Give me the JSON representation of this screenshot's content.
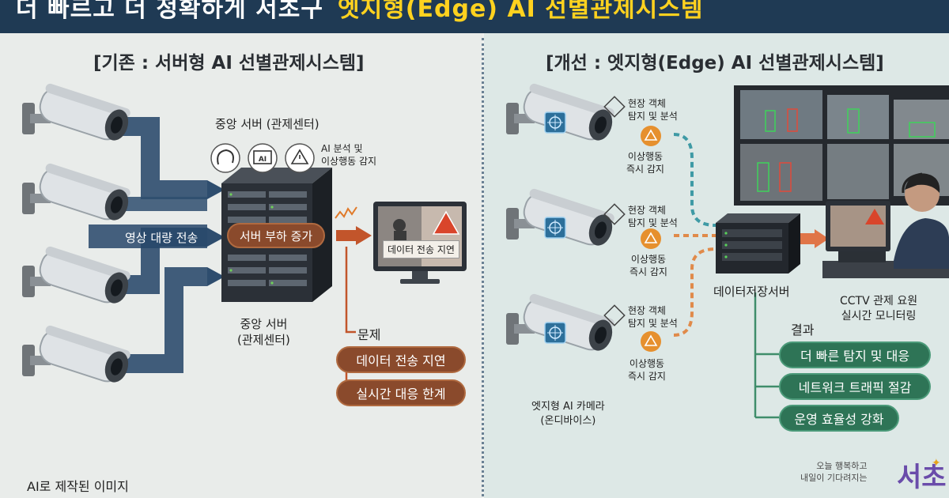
{
  "header": {
    "title_prefix": "더 빠르고 더 정확하게 서초구",
    "title_highlight": "엣지형(Edge) AI 선별관제시스템"
  },
  "left_panel": {
    "title": "[기존 : 서버형 AI 선별관제시스템]",
    "server_top_label": "중앙 서버 (관제센터)",
    "ai_analysis_label": [
      "AI 분석 및",
      "이상행동 감지"
    ],
    "video_transfer_label": "영상 대량 전송",
    "server_load_label": "서버 부하 증가",
    "monitor_label": "데이터 전송 지연",
    "server_bottom_label": [
      "중앙 서버",
      "(관제센터)"
    ],
    "problem_label": "문제",
    "problems": [
      "데이터 전송 지연",
      "실시간 대응 한계"
    ]
  },
  "right_panel": {
    "title": "[개선 : 엣지형(Edge) AI 선별관제시스템]",
    "detect_label": [
      "현장 객체",
      "탐지 및 분석"
    ],
    "alert_label": [
      "이상행동",
      "즉시 감지"
    ],
    "camera_label": [
      "엣지형 AI 카메라",
      "(온디바이스)"
    ],
    "storage_label": "데이터저장서버",
    "operator_label": [
      "CCTV 관제 요원",
      "실시간 모니터링"
    ],
    "result_label": "결과",
    "results": [
      "더 빠른 탐지 및 대응",
      "네트워크 트래픽 절감",
      "운영 효율성 강화"
    ]
  },
  "footer": {
    "note": "AI로 제작된 이미지",
    "logo_tagline": [
      "오늘 행복하고",
      "내일이 기다려지는"
    ],
    "logo_text": "서초"
  },
  "colors": {
    "banner": "#1f3a54",
    "highlight": "#ffd21f",
    "problem_pill": "#8a4a2c",
    "result_pill": "#2e7456",
    "flow_left": "#2e4d6e",
    "flow_right_teal": "#3f9aa5",
    "flow_right_orange": "#e08a4a"
  }
}
